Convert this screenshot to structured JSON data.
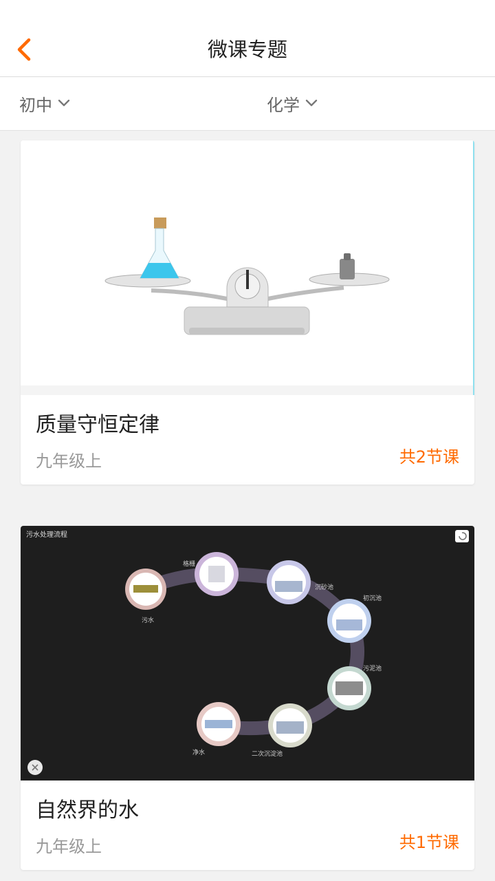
{
  "header": {
    "title": "微课专题"
  },
  "filters": {
    "level": "初中",
    "subject": "化学"
  },
  "courses": [
    {
      "title": "质量守恒定律",
      "grade": "九年级上",
      "count": "共2节课"
    },
    {
      "title": "自然界的水",
      "grade": "九年级上",
      "count": "共1节课",
      "diagram": {
        "heading": "污水处理流程",
        "steps": [
          "污水",
          "格栅",
          "沉砂池",
          "初沉池",
          "污泥池",
          "二次沉淀池",
          "净水"
        ]
      }
    }
  ],
  "colors": {
    "accent": "#ff6a00",
    "background": "#f2f2f2"
  }
}
